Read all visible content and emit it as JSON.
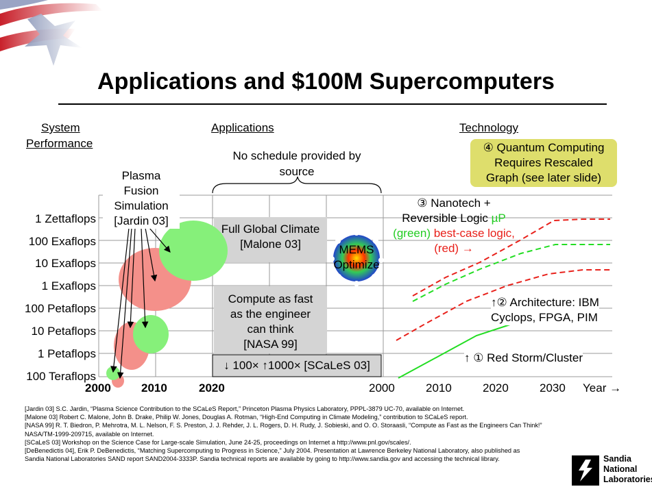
{
  "title": "Applications and $100M Supercomputers",
  "headers": {
    "system_performance_1": "System",
    "system_performance_2": "Performance",
    "applications": "Applications",
    "technology": "Technology"
  },
  "y_labels": [
    "1 Zettaflops",
    "100 Exaflops",
    "10 Exaflops",
    "1 Exaflops",
    "100 Petaflops",
    "10 Petaflops",
    "1 Petaflops",
    "100 Teraflops"
  ],
  "left_x_labels": [
    "2000",
    "2010",
    "2020"
  ],
  "right_x_labels": [
    "2000",
    "2010",
    "2020",
    "2030",
    "Year →"
  ],
  "plasma_label": [
    "Plasma",
    "Fusion",
    "Simulation",
    "[Jardin 03]"
  ],
  "no_schedule": [
    "No schedule provided by",
    "source"
  ],
  "climate": [
    "Full Global Climate",
    "[Malone 03]"
  ],
  "mems": [
    "MEMS",
    "Optimize"
  ],
  "compute_fast": [
    "Compute as fast",
    "as the engineer",
    "can think",
    "[NASA 99]"
  ],
  "scales": "↓ 100× ↑1000× [SCaLeS 03]",
  "quantum": [
    "④ Quantum Computing",
    "Requires Rescaled",
    "Graph (see later slide)"
  ],
  "nanotech": {
    "line1": "③ Nanotech +",
    "line2a": "Reversible Logic ",
    "line2b": "µP",
    "line3a": "(green) ",
    "line3b": "best-case logic,",
    "line4": "(red) →"
  },
  "architecture": [
    "↑② Architecture: IBM",
    "Cyclops, FPGA, PIM"
  ],
  "red_storm": "↑ ① Red Storm/Cluster",
  "references": [
    "[Jardin 03] S.C. Jardin, “Plasma Science Contribution to the SCaLeS Report,” Princeton Plasma Physics Laboratory, PPPL-3879 UC-70, available on Internet.",
    "[Malone 03] Robert C. Malone, John B. Drake, Philip W. Jones, Douglas A. Rotman, “High-End Computing in Climate Modeling,” contribution to SCaLeS report.",
    "[NASA 99] R. T. Biedron, P. Mehrotra, M. L. Nelson, F. S. Preston, J. J. Rehder, J. L. Rogers, D. H. Rudy, J. Sobieski, and O. O. Storaasli, “Compute as Fast as the Engineers Can Think!”",
    "NASA/TM-1999-209715, available on Internet.",
    "[SCaLeS 03] Workshop on the Science Case for Large-scale Simulation, June 24-25, proceedings on Internet a http://www.pnl.gov/scales/.",
    "[DeBenedictis 04], Erik P. DeBenedictis, “Matching Supercomputing to Progress in Science,” July 2004. Presentation at Lawrence Berkeley National Laboratory, also published as",
    "Sandia National Laboratories SAND report SAND2004-3333P. Sandia technical reports are available by going to http://www.sandia.gov and accessing the technical library."
  ],
  "logo": [
    "Sandia",
    "National",
    "Laboratories"
  ],
  "colors": {
    "red": "#e8201a",
    "green": "#22dd22",
    "pink": "#f4908a",
    "lightgreen": "#86f07a",
    "quantum_bg": "#dede6c"
  }
}
